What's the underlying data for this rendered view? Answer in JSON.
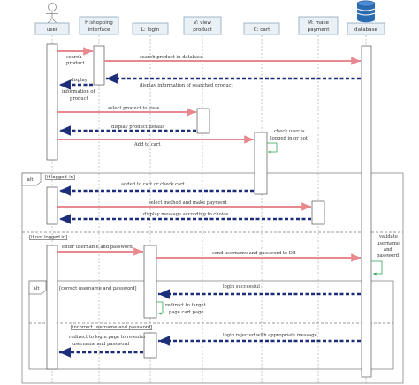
{
  "participants": [
    {
      "id": "user",
      "label": [
        "user"
      ],
      "kind": "actor"
    },
    {
      "id": "shop",
      "label": [
        "H:shopping",
        "interface"
      ],
      "kind": "boundary"
    },
    {
      "id": "login",
      "label": [
        "L: login"
      ],
      "kind": "control"
    },
    {
      "id": "view",
      "label": [
        "V: view",
        "product"
      ],
      "kind": "control"
    },
    {
      "id": "cart",
      "label": [
        "C: cart"
      ],
      "kind": "control"
    },
    {
      "id": "pay",
      "label": [
        "M: make",
        "payment"
      ],
      "kind": "control"
    },
    {
      "id": "db",
      "label": [
        "database"
      ],
      "kind": "database"
    }
  ],
  "messages": [
    {
      "from": "user",
      "to": "shop",
      "kind": "sync",
      "label": []
    },
    {
      "from": "shop",
      "to": "db",
      "kind": "sync",
      "label": [
        "search product in database"
      ]
    },
    {
      "from": "db",
      "to": "shop",
      "kind": "reply",
      "label": [
        "display information of searched product"
      ]
    },
    {
      "from": "shop",
      "to": "user",
      "kind": "reply",
      "label": []
    },
    {
      "from": "user",
      "to": "view",
      "kind": "sync",
      "label": [
        "select product to view"
      ]
    },
    {
      "from": "view",
      "to": "user",
      "kind": "reply",
      "label": [
        "display product details"
      ]
    },
    {
      "from": "user",
      "to": "cart",
      "kind": "sync",
      "label": [
        "Add to cart"
      ]
    },
    {
      "from": "cart",
      "to": "user",
      "kind": "reply",
      "label": [
        "added to cart or check cart"
      ]
    },
    {
      "from": "user",
      "to": "pay",
      "kind": "sync",
      "label": [
        "select method and make payment"
      ]
    },
    {
      "from": "pay",
      "to": "user",
      "kind": "reply",
      "label": [
        "display message according to choice"
      ]
    },
    {
      "from": "user",
      "to": "login",
      "kind": "sync",
      "label": [
        "enter username and password"
      ]
    },
    {
      "from": "login",
      "to": "db",
      "kind": "sync",
      "label": [
        "send username and password to DB"
      ]
    },
    {
      "from": "db",
      "to": "login",
      "kind": "reply",
      "label": [
        "login successful"
      ]
    },
    {
      "from": "db",
      "to": "login",
      "kind": "reply",
      "label": [
        "login rejected with appropriate message"
      ]
    },
    {
      "from": "login",
      "to": "user",
      "kind": "reply",
      "label": [
        "redirect to login page to re-enter",
        "username and password"
      ]
    }
  ],
  "side_notes": [
    {
      "at": "user",
      "label": [
        "search",
        "product"
      ]
    },
    {
      "at": "user",
      "label": [
        "display",
        "information of",
        "product"
      ]
    },
    {
      "at": "cart",
      "label": [
        "check user is",
        "logged in or not"
      ]
    },
    {
      "at": "db",
      "label": [
        "validate",
        "username",
        "and",
        "password"
      ]
    },
    {
      "at": "login",
      "label": [
        "redirect to target",
        "page cart page"
      ]
    }
  ],
  "fragments": [
    {
      "type": "alt",
      "guards": [
        "[if logged_in]",
        "[if not logged in]"
      ]
    },
    {
      "type": "alt",
      "guards": [
        "[correct username and password]",
        "[incorrect username and password]"
      ]
    }
  ],
  "colors": {
    "sync": "#e8898f",
    "reply": "#1c2d7a",
    "self_loop": "#2ea35a",
    "lifeline_header": "#e9f1f7",
    "database_icon": "#2b6cb0"
  }
}
